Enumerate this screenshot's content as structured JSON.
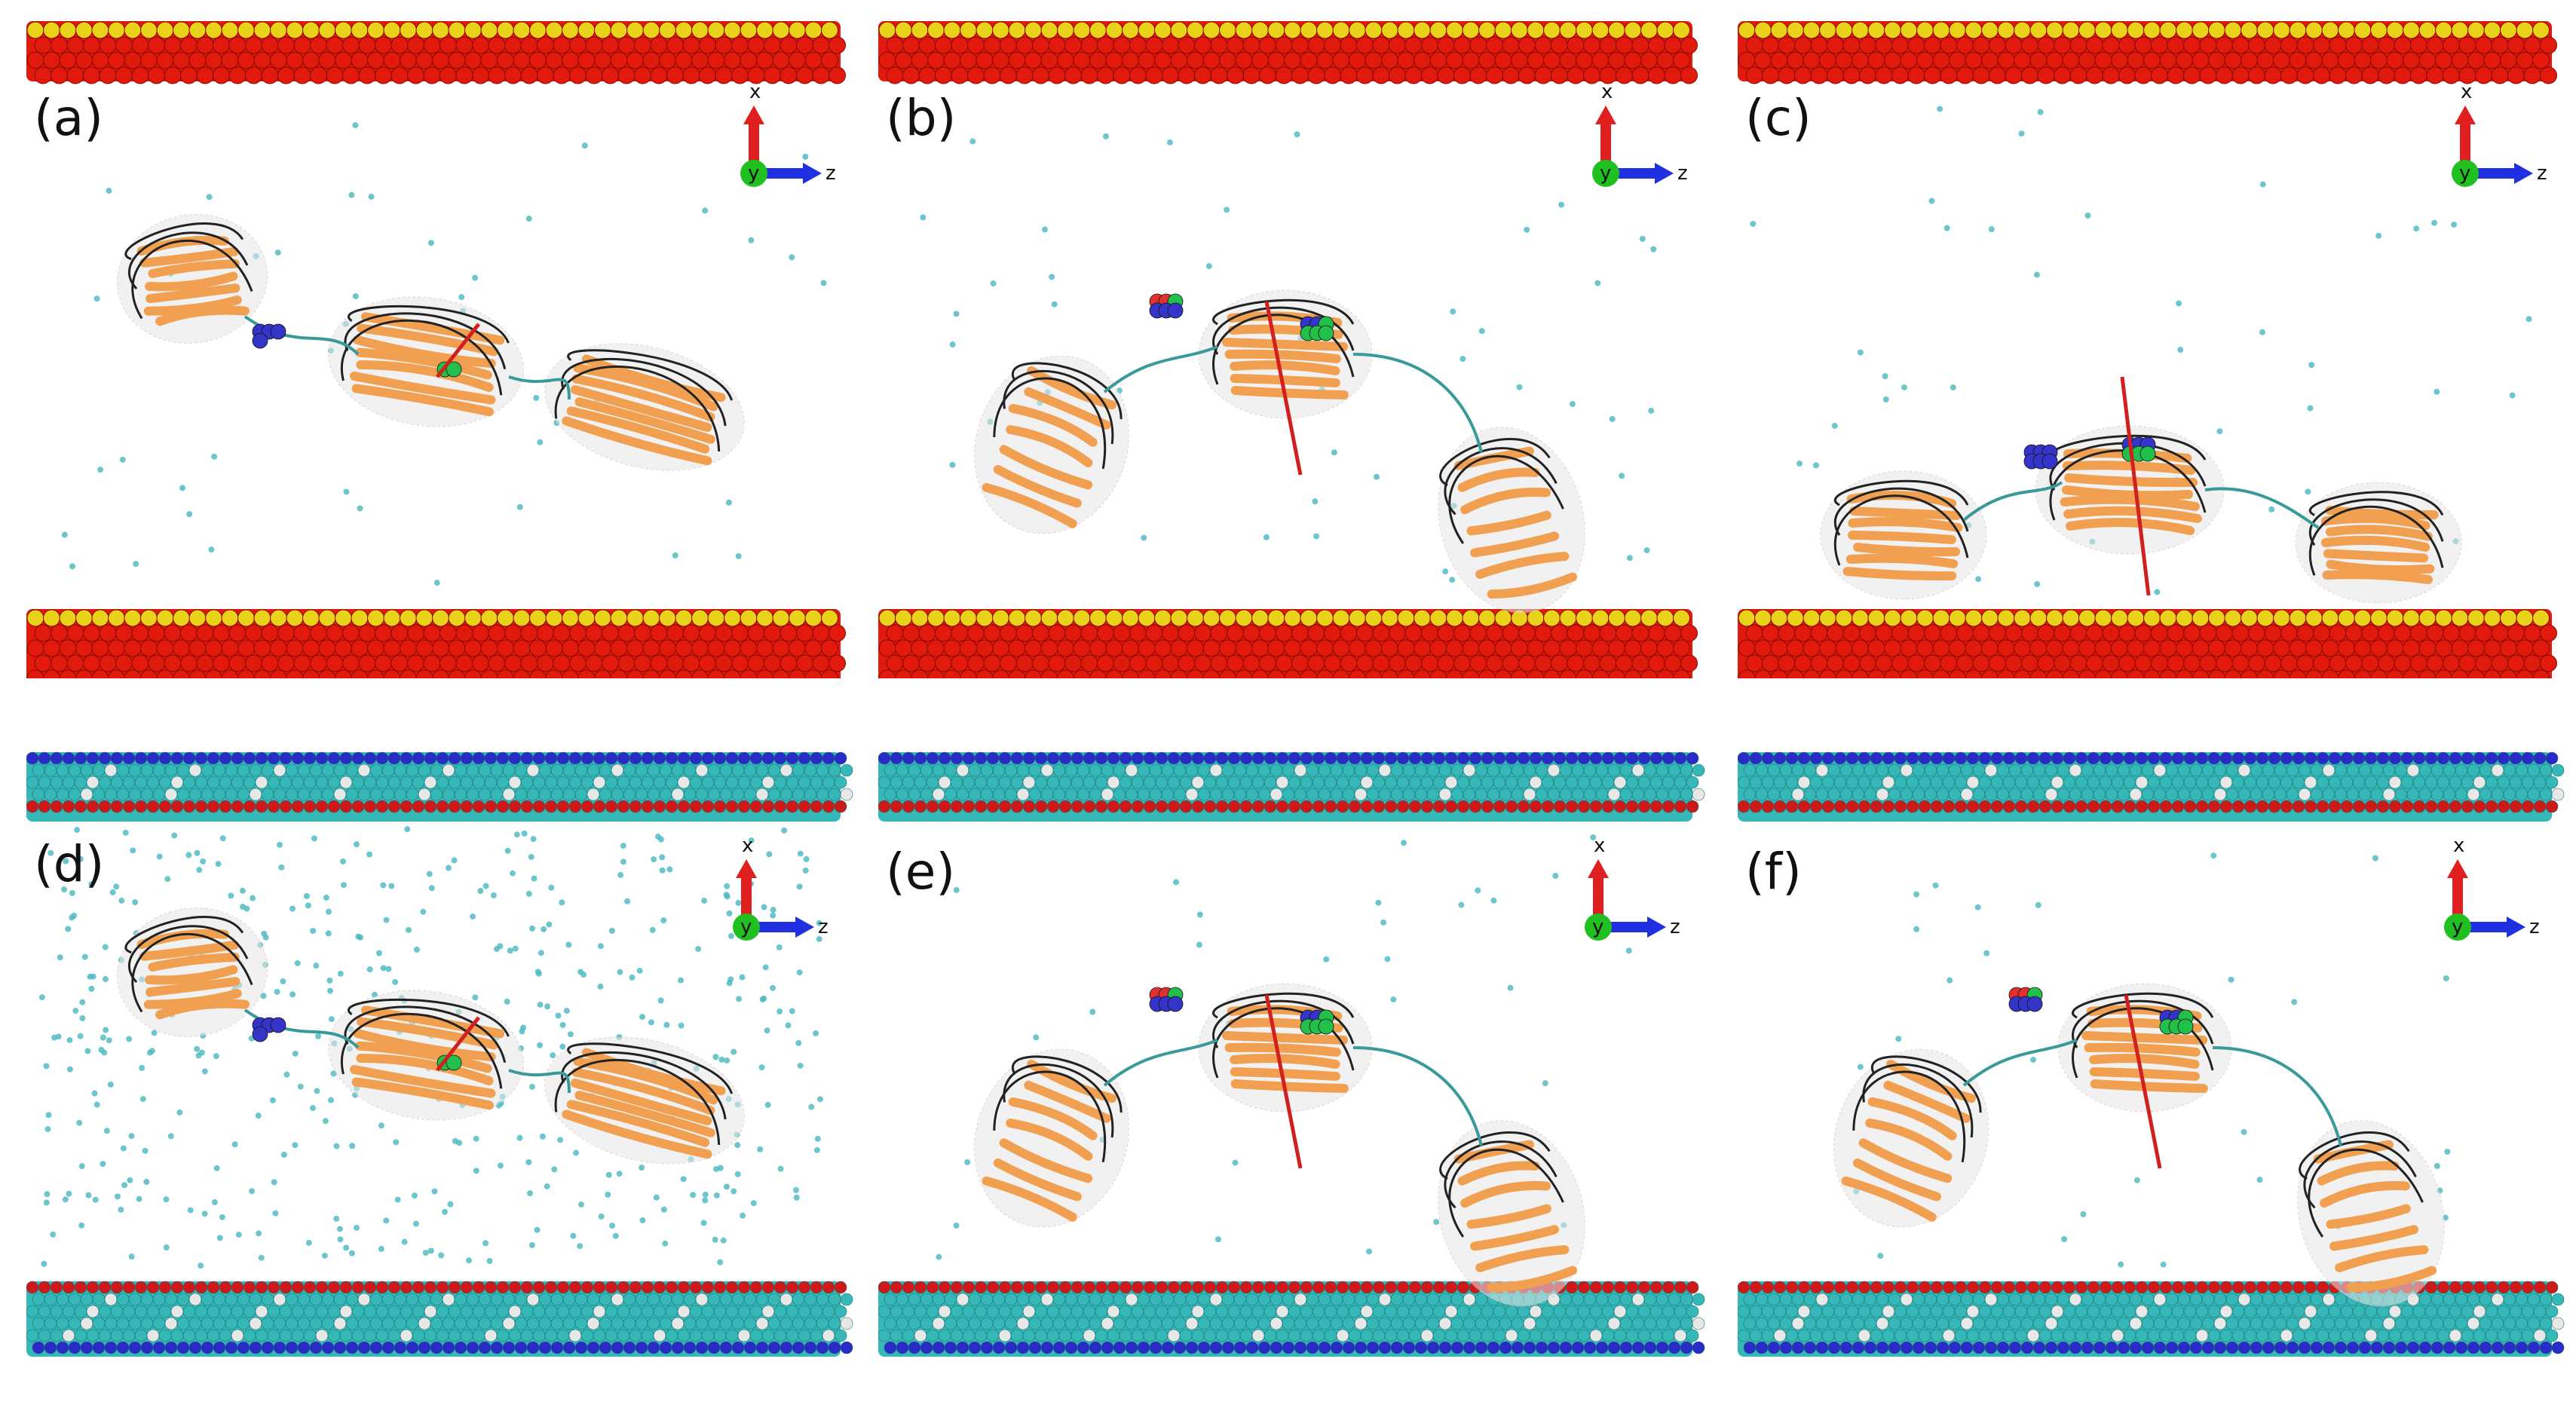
{
  "figure": {
    "panels": [
      {
        "id": "a",
        "label": "(a)",
        "surface": "gold",
        "protein_bend": 0,
        "pose": "straight",
        "solvent": "sparse"
      },
      {
        "id": "b",
        "label": "(b)",
        "surface": "gold",
        "protein_bend": 1,
        "pose": "arched",
        "solvent": "sparse"
      },
      {
        "id": "c",
        "label": "(c)",
        "surface": "gold",
        "protein_bend": 2,
        "pose": "adsorbed",
        "solvent": "sparse"
      },
      {
        "id": "d",
        "label": "(d)",
        "surface": "polymer",
        "protein_bend": 0,
        "pose": "straight",
        "solvent": "dense"
      },
      {
        "id": "e",
        "label": "(e)",
        "surface": "polymer",
        "protein_bend": 1,
        "pose": "arched",
        "solvent": "sparse"
      },
      {
        "id": "f",
        "label": "(f)",
        "surface": "polymer",
        "protein_bend": 2,
        "pose": "arched",
        "solvent": "sparse"
      }
    ],
    "axes_labels": {
      "x": "x",
      "y": "y",
      "z": "z"
    },
    "colors": {
      "gold_surface_top": "#e8d21a",
      "gold_surface_body": "#e21a0e",
      "polymer_cyan": "#36b8b8",
      "polymer_blue": "#2a2ac8",
      "polymer_red": "#cc1a1a",
      "protein_strand": "#f0a050",
      "protein_loop": "#222222",
      "residue_blue": "#3434c8",
      "residue_green": "#22c04a",
      "residue_red": "#e03030",
      "axis_x": "#e02020",
      "axis_y": "#20c020",
      "axis_z": "#2030e0",
      "dipole": "#d02020",
      "water": "#4ab8c0"
    },
    "icons": [
      "coordinate-axes-icon"
    ]
  }
}
